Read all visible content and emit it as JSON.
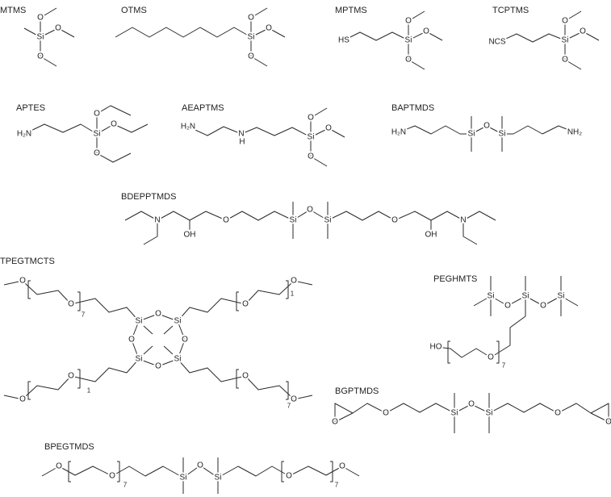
{
  "molecules": {
    "mtms": "MTMS",
    "otms": "OTMS",
    "mptms": "MPTMS",
    "tcptms": "TCPTMS",
    "aptes": "APTES",
    "aeaptms": "AEAPTMS",
    "baptmds": "BAPTMDS",
    "bdepptmds": "BDEPPTMDS",
    "tpegtmcts": "TPEGTMCTS",
    "peghmts": "PEGHMTS",
    "bgptmds": "BGPTMDS",
    "bpegtmds": "BPEGTMDS"
  },
  "labels": {
    "O": "O",
    "Si": "Si",
    "N": "N",
    "H": "H",
    "H2N": "H₂N",
    "NH2": "NH₂",
    "HS": "HS",
    "NCS": "NCS",
    "OH": "OH",
    "HO": "HO"
  },
  "repeat_counts": {
    "tpegtmcts_top_left": "7",
    "tpegtmcts_top_right": "1",
    "tpegtmcts_bottom_left": "1",
    "tpegtmcts_bottom_right": "7",
    "peghmts": "7",
    "bpegtmds_left": "7",
    "bpegtmds_right": "7"
  }
}
